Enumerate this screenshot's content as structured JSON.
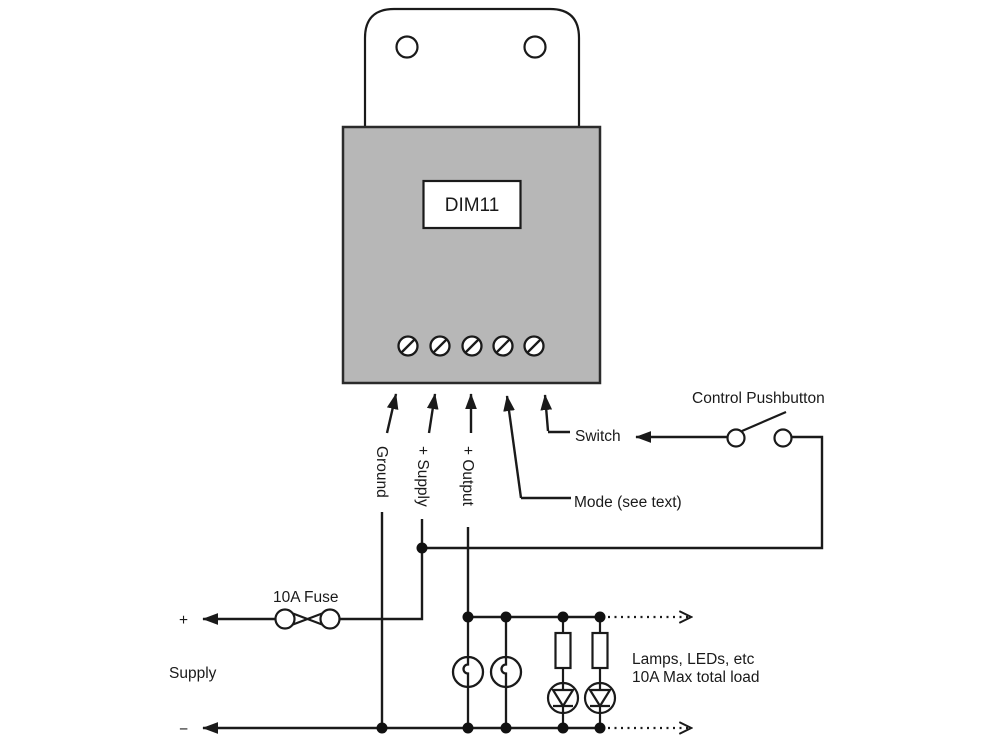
{
  "diagram": {
    "module": {
      "label": "DIM11"
    },
    "terminals": {
      "ground": "Ground",
      "supply": "+ Supply",
      "output": "+ Output",
      "mode": "Mode (see text)",
      "switch": "Switch"
    },
    "pushbutton_label": "Control Pushbutton",
    "fuse_label": "10A Fuse",
    "supply": {
      "label": "Supply",
      "plus": "+",
      "minus": "−"
    },
    "load_note": {
      "line1": "Lamps, LEDs, etc",
      "line2": "10A Max total load"
    },
    "colors": {
      "module_fill": "#b7b7b7",
      "stroke": "#1a1a1a",
      "background": "#ffffff"
    }
  }
}
